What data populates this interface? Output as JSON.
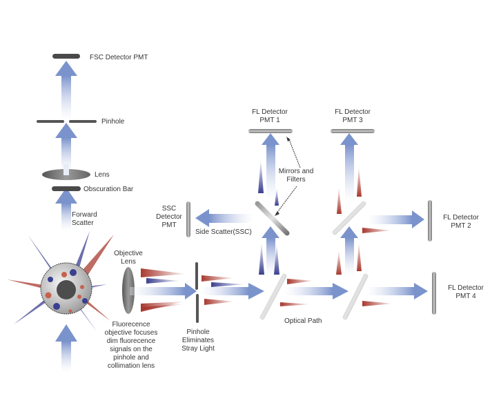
{
  "title": "Flow cytometer optical path diagram",
  "colors": {
    "beam": "#7b93cc",
    "blue_fluor": "#3a3f8f",
    "red_fluor": "#a8392f",
    "detector": "#8a8a8a",
    "dark_detector": "#4a4a4a",
    "text": "#333333"
  },
  "labels": {
    "fsc_detector": "FSC Detector PMT",
    "pinhole_top": "Pinhole",
    "lens_top": "Lens",
    "obscuration_bar": "Obscuration Bar",
    "forward_scatter": [
      "Forward",
      "Scatter"
    ],
    "ssc_detector": [
      "SSC",
      "Detector",
      "PMT"
    ],
    "side_scatter": "Side Scatter(SSC)",
    "fl_pmt1": [
      "FL Detector",
      "PMT 1"
    ],
    "fl_pmt3": [
      "FL Detector",
      "PMT 3"
    ],
    "mirrors_filters": [
      "Mirrors and",
      "Filters"
    ],
    "fl_pmt2": [
      "FL Detector",
      "PMT 2"
    ],
    "fl_pmt4": [
      "FL Detector",
      "PMT 4"
    ],
    "objective_lens": [
      "Objective",
      "Lens"
    ],
    "fluorescence_note": [
      "Fluorecence",
      "objective focuses",
      "dim fluorecence",
      "signals on the",
      "pinhole and",
      "collimation lens"
    ],
    "pinhole_note": [
      "Pinhole",
      "Eliminates",
      "Stray Light"
    ],
    "optical_path": "Optical Path"
  }
}
